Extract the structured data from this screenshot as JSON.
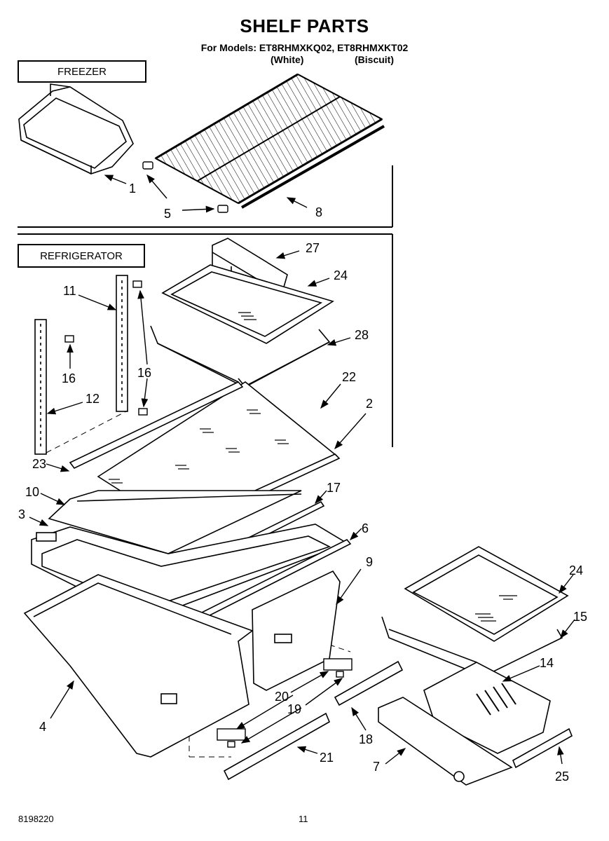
{
  "header": {
    "title": "SHELF PARTS",
    "models_line": "For Models: ET8RHMXKQ02, ET8RHMXKT02",
    "color_white": "(White)",
    "color_biscuit": "(Biscuit)"
  },
  "sections": {
    "freezer": "FREEZER",
    "refrigerator": "REFRIGERATOR"
  },
  "callouts": [
    {
      "id": "c1",
      "label": "1"
    },
    {
      "id": "c5",
      "label": "5"
    },
    {
      "id": "c8",
      "label": "8"
    },
    {
      "id": "c27",
      "label": "27"
    },
    {
      "id": "c24a",
      "label": "24"
    },
    {
      "id": "c28",
      "label": "28"
    },
    {
      "id": "c11",
      "label": "11"
    },
    {
      "id": "c16a",
      "label": "16"
    },
    {
      "id": "c16b",
      "label": "16"
    },
    {
      "id": "c12",
      "label": "12"
    },
    {
      "id": "c22",
      "label": "22"
    },
    {
      "id": "c2",
      "label": "2"
    },
    {
      "id": "c23",
      "label": "23"
    },
    {
      "id": "c10",
      "label": "10"
    },
    {
      "id": "c17",
      "label": "17"
    },
    {
      "id": "c3",
      "label": "3"
    },
    {
      "id": "c6",
      "label": "6"
    },
    {
      "id": "c9",
      "label": "9"
    },
    {
      "id": "c24b",
      "label": "24"
    },
    {
      "id": "c15",
      "label": "15"
    },
    {
      "id": "c14",
      "label": "14"
    },
    {
      "id": "c4",
      "label": "4"
    },
    {
      "id": "c20",
      "label": "20"
    },
    {
      "id": "c19",
      "label": "19"
    },
    {
      "id": "c18",
      "label": "18"
    },
    {
      "id": "c21",
      "label": "21"
    },
    {
      "id": "c7",
      "label": "7"
    },
    {
      "id": "c25",
      "label": "25"
    }
  ],
  "footer": {
    "doc_number": "8198220",
    "page_number": "11"
  }
}
